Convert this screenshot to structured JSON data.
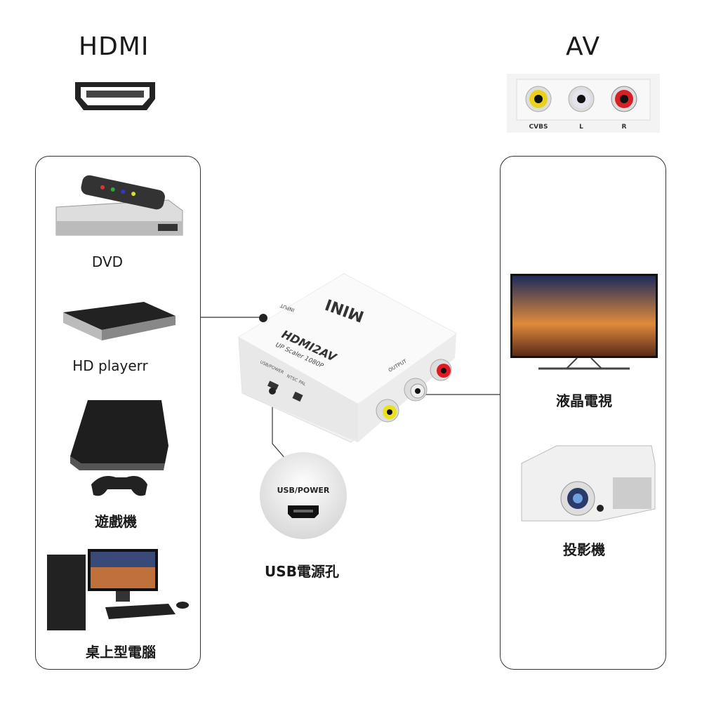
{
  "header": {
    "left_title": "HDMI",
    "right_title": "AV"
  },
  "av_panel": {
    "ports": [
      "CVBS",
      "L",
      "R"
    ],
    "port_colors": [
      "#e8d21c",
      "#e4e4ee",
      "#d81f26"
    ]
  },
  "sources": [
    {
      "label": "DVD",
      "icon": "dvd-player-icon"
    },
    {
      "label": "HD playerr",
      "icon": "hd-player-icon"
    },
    {
      "label": "遊戲機",
      "icon": "game-console-icon"
    },
    {
      "label": "桌上型電腦",
      "icon": "desktop-computer-icon"
    }
  ],
  "outputs": [
    {
      "label": "液晶電視",
      "icon": "lcd-tv-icon"
    },
    {
      "label": "投影機",
      "icon": "projector-icon"
    }
  ],
  "device": {
    "brand": "MINI",
    "model": "HDMI2AV",
    "subtitle": "UP Scaler 1080P",
    "input_label": "INPUT",
    "output_label": "OUTPUT",
    "usb_label": "USB/POWER",
    "ntsc": "NTSC",
    "pal": "PAL",
    "ports": [
      "CVBS",
      "L",
      "R"
    ]
  },
  "usb_callout": {
    "label": "USB/POWER",
    "caption": "USB電源孔"
  }
}
